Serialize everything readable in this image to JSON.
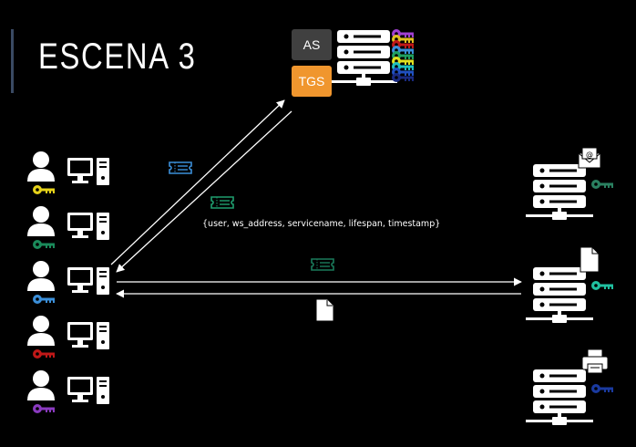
{
  "slide": {
    "title": "ESCENA 3",
    "as_label": "AS",
    "tgs_label": "TGS",
    "request_fields": "{user, ws_address, servicename, lifespan, timestamp}"
  },
  "colors": {
    "background": "#000000",
    "accent_bar": "#3a4a63",
    "tgs": "#f0962e",
    "as": "#404040",
    "ticket_blue": "#3b8fd9",
    "ticket_green": "#1f9e6e",
    "ticket_dark_green": "#1a7a5a"
  },
  "users": [
    {
      "key_color": "#e6d21a"
    },
    {
      "key_color": "#1a8a5a"
    },
    {
      "key_color": "#3b8fd9"
    },
    {
      "key_color": "#c01818"
    },
    {
      "key_color": "#8a3ac0"
    }
  ],
  "kdc_keys": [
    "#a040d0",
    "#e0c020",
    "#c01818",
    "#3b8fd9",
    "#20a060",
    "#e0e020",
    "#20c0c0",
    "#2050c0",
    "#1a2a80"
  ],
  "services": [
    {
      "icon": "mail-icon",
      "key_color": "#2a8060"
    },
    {
      "icon": "document-icon",
      "key_color": "#20c0a0"
    },
    {
      "icon": "printer-icon",
      "key_color": "#1a3aa0"
    }
  ]
}
